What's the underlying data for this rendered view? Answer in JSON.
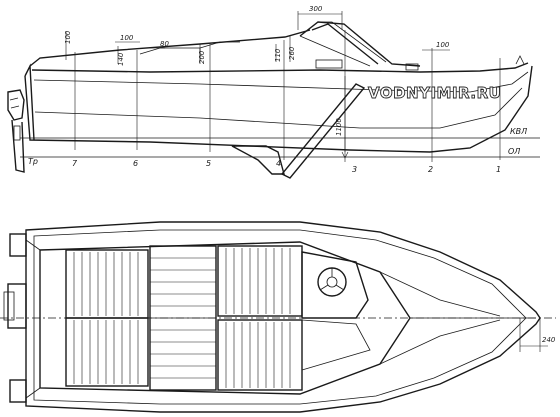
{
  "watermark": "VODNYIMIR.RU",
  "side_view": {
    "dimensions": {
      "cabin_top": "300",
      "deck_left": "100",
      "deck_a": "100",
      "deck_b": "80",
      "deck_bow": "100",
      "h_140": "140",
      "h_200": "200",
      "h_110": "110",
      "h_260": "260",
      "height_total": "1100"
    },
    "stations": {
      "transom": "Тр",
      "s7": "7",
      "s6": "6",
      "s5": "5",
      "s4": "4",
      "s3": "3",
      "s2": "2",
      "s1": "1"
    },
    "waterline": "КВЛ",
    "baseline": "ОЛ"
  },
  "top_view": {
    "dimensions": {
      "bow_offset": "240"
    }
  },
  "colors": {
    "ink": "#1a1a1a",
    "paper": "#ffffff"
  }
}
